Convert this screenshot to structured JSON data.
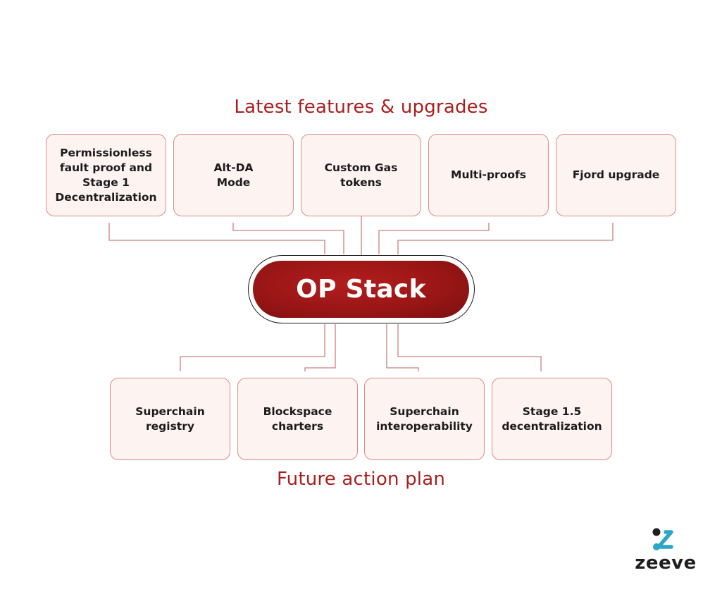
{
  "top_heading": "Latest features & upgrades",
  "bottom_heading": "Future action plan",
  "hub_label": "OP Stack",
  "latest_features": [
    {
      "lines": [
        "Permissionless",
        "fault proof and",
        "Stage 1",
        "Decentralization"
      ]
    },
    {
      "lines": [
        "Alt-DA",
        "Mode"
      ]
    },
    {
      "lines": [
        "Custom Gas",
        "tokens"
      ]
    },
    {
      "lines": [
        "Multi-proofs"
      ]
    },
    {
      "lines": [
        "Fjord upgrade"
      ]
    }
  ],
  "future_plan": [
    {
      "lines": [
        "Superchain",
        "registry"
      ]
    },
    {
      "lines": [
        "Blockspace",
        "charters"
      ]
    },
    {
      "lines": [
        "Superchain",
        "interoperability"
      ]
    },
    {
      "lines": [
        "Stage 1.5",
        "decentralization"
      ]
    }
  ],
  "brand": {
    "name": "zeeve",
    "logo_dark": "#1e1e1e",
    "logo_accent": "#2aa6c8"
  },
  "colors": {
    "accent": "#a8201f",
    "card_fill": "#fdf4f2",
    "card_border": "#d98c86",
    "connector": "#c9837d"
  }
}
